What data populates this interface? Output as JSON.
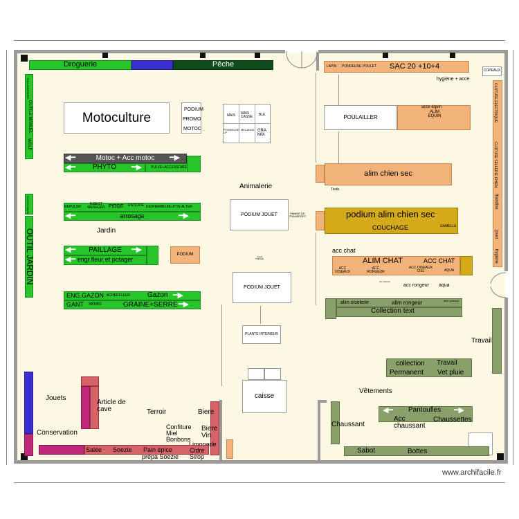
{
  "labels": {
    "droguerie": "Droguerie",
    "peche": "Pêche",
    "lapin": "LAPIN",
    "pondeuse": "PONDEUSE",
    "poulet": "POULET",
    "sac": "SAC 20 +10+4",
    "copeaux": "COPEAUX",
    "hygiene_acce": "hygiene + acce",
    "tailandrerie": "TAILLANDRERIE",
    "outils_manuel": "OUTILS MANUEL",
    "wolf": "WOLF",
    "motoculture": "Motoculture",
    "podium": "PODIUM",
    "promo": "PROMO",
    "motoc": "MOTOC",
    "mais": "MAIS",
    "mais_casse": "MAIS CASSE",
    "ble": "BLE",
    "pondeuse_lp": "PONDEUSE LP",
    "melange": "MELANGE",
    "gra_mix": "GRA MIX",
    "poulailler": "POULAILLER",
    "acce_equin": "acce équin",
    "alim_equin": "ALIM EQUIN",
    "cloture_electrique": "CLOTURE ELECTRIQUE",
    "cloture_sellerie_chien": "CLOTURE SELLERIE CHIEN",
    "friandise": "friandise",
    "jouet": "jouet",
    "hygiene": "hygiene",
    "motoc_acc": "Motoc + Acc motoc",
    "phyto": "PHYTO",
    "pulve": "PULVE+ACCESSOIRE",
    "alim_chien_sec": "alim chien sec",
    "tiede": "Tiede",
    "animalerie": "Animalerie",
    "outils_main": "OUTILS MAIN",
    "repulsif": "REPULSIF",
    "insect_menager": "INSECT MENAGER",
    "piege": "PIEGE",
    "raticide": "RATICIDE",
    "desherbeur": "DESHERBEUR",
    "lutte_alter": "LUTTE ALTER",
    "arrosage": "arrosage",
    "podium_jouet_1": "PODIUM JOUET",
    "panier_transport": "PANIER DE TRANSPORT",
    "podium_alim_chien": "podium alim chien sec",
    "couchage": "COUCHAGE",
    "gamelle": "GAMELLE",
    "outil_jardin": "OUTIL JARDIN",
    "jardin": "Jardin",
    "paillage": "PAILLAGE",
    "engr": "engr.fleur et potager",
    "acc_chat": "acc chat",
    "alim_chat": "ALIM CHAT",
    "acc_chat2": "ACC CHAT",
    "acc_oiseaux": "ACC OISEAUX",
    "acc_rongeur": "ACC RONGEUR",
    "alim_oiseau_ciel": "ACC OISEAUX CIEL",
    "aqua": "AQUA",
    "jouets_tresse": "Jouets TRESSE",
    "acc_oiseaux2": "acc oiseaux",
    "acc_rongeur2": "acc rongeur",
    "aqua2": "aqua",
    "eng_gazon": "ENG.GAZON",
    "achef": "ACHERFLEUR",
    "gazon": "Gazon",
    "gant": "GANT",
    "semis": "SEMIS",
    "graine_serre": "GRAINE+SERRE",
    "podium_jouet_2": "PODIUM JOUET",
    "alim_oiselerie": "alim oiselerie",
    "alim_rongeur": "alim rongeur",
    "alim_poisson": "alim poisson",
    "collection_text": "Collection text",
    "plante_interieur": "PLANTE INTERIEUR",
    "travail": "Travail",
    "collection": "collection",
    "travail2": "Travail",
    "permanent": "Permanent",
    "vet_pluie": "Vet pluie",
    "jouets": "Jouets",
    "article_cave": "Article de cave",
    "terroir": "Terroir",
    "biere": "Biere",
    "caisse": "caisse",
    "vetements": "Vêtements",
    "biere_vin": "Biere Vin",
    "conservation": "Conservation",
    "confiture": "Confiture",
    "miel": "Miel",
    "bonbons": "Bonbons",
    "limonade": "Limonade",
    "salee": "Salée",
    "soezie": "Soezie",
    "pain_epice": "Pain épice",
    "cidre": "Cidre",
    "prepa_soezie": "prépa Soezie",
    "sirop": "Sirop",
    "chaussant": "Chaussant",
    "pantoufles": "Pantoufles",
    "acc_chaussant": "Acc chaussant",
    "chaussettes": "Chaussettes",
    "sabot": "Sabot",
    "bottes": "Bottes",
    "watermark": "www.archifacile.fr"
  },
  "colors": {
    "floor": "#fdf8e3",
    "green": "#27c42a",
    "olive": "#8aa06a",
    "orange": "#f2b37a",
    "gold": "#d4aa1a",
    "red": "#d8626a",
    "magenta": "#c0287a",
    "blue": "#3a2ed0",
    "dark_green": "#0f4a1a"
  }
}
